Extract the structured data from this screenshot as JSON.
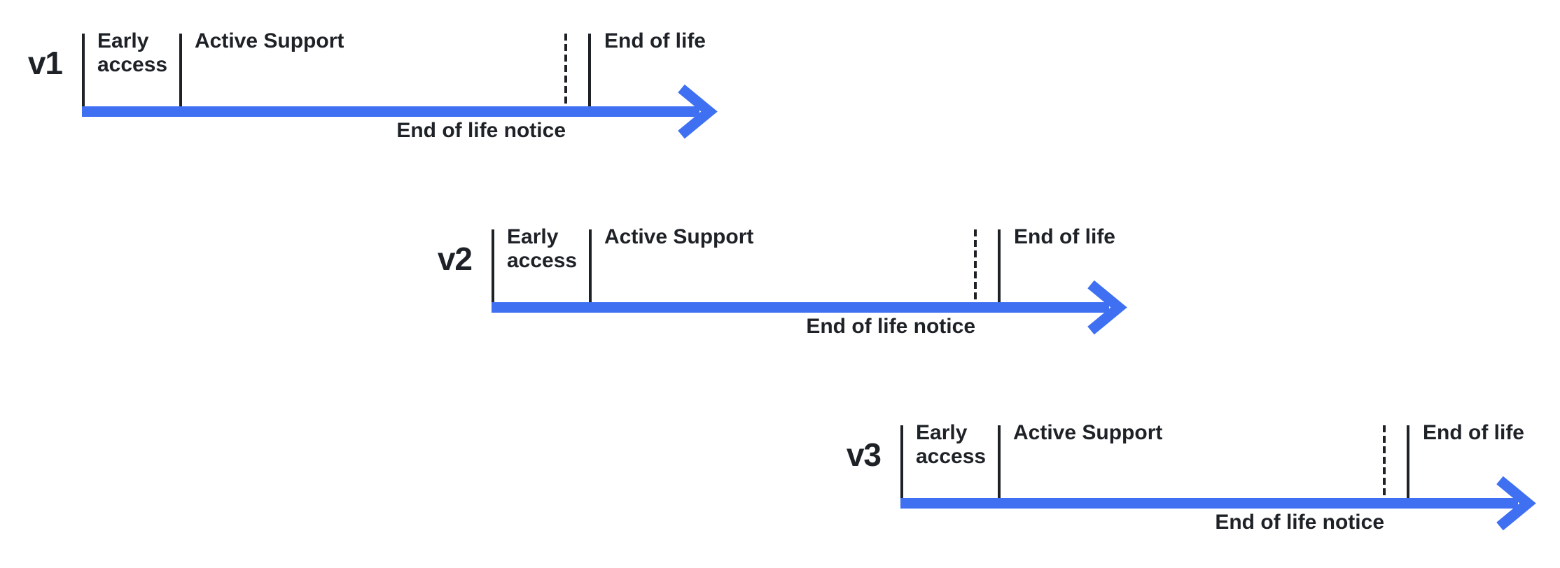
{
  "colors": {
    "accent_blue": "#3f70f2",
    "ink": "#1e2227",
    "background": "#ffffff"
  },
  "rows": [
    {
      "version": "v1",
      "phases": {
        "early_access": "Early access",
        "active_support": "Active Support",
        "end_of_life": "End of life",
        "end_of_life_notice": "End of life notice"
      }
    },
    {
      "version": "v2",
      "phases": {
        "early_access": "Early access",
        "active_support": "Active Support",
        "end_of_life": "End of life",
        "end_of_life_notice": "End of life notice"
      }
    },
    {
      "version": "v3",
      "phases": {
        "early_access": "Early access",
        "active_support": "Active Support",
        "end_of_life": "End of life",
        "end_of_life_notice": "End of life notice"
      }
    }
  ]
}
